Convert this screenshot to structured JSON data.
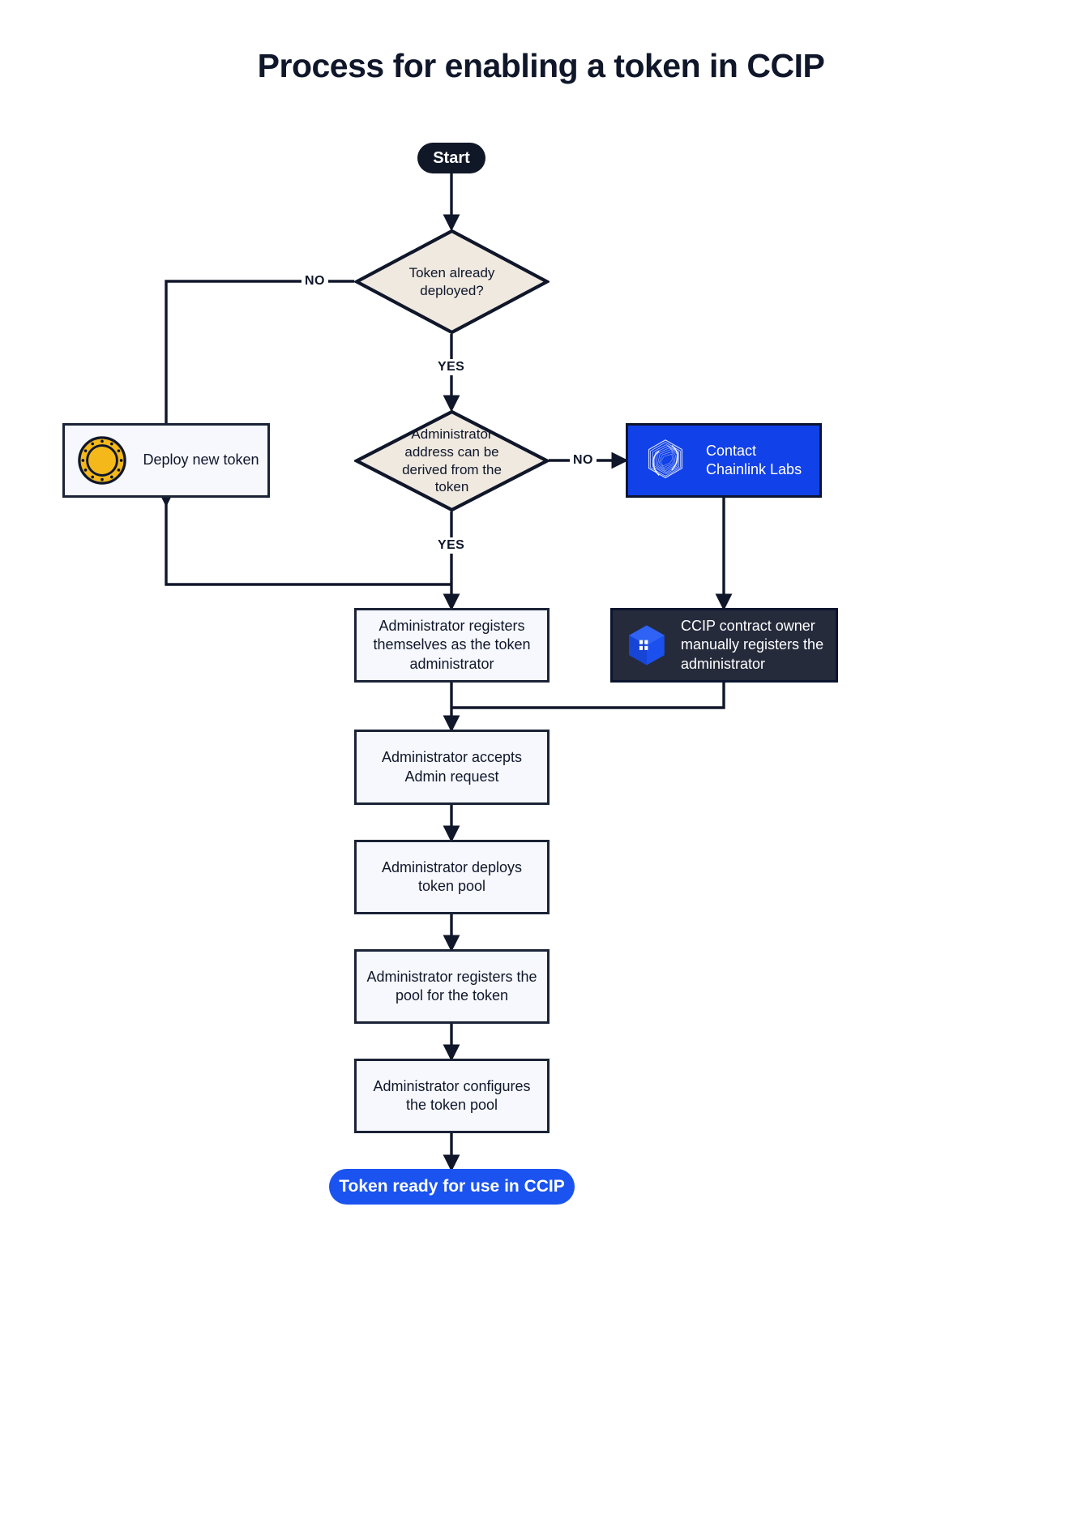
{
  "page": {
    "title": "Process for enabling a token in CCIP",
    "background": "#ffffff"
  },
  "colors": {
    "stroke": "#1b2336",
    "text": "#10172a",
    "decision_fill": "#efe9e0",
    "process_fill": "#f6f8fd",
    "start_fill": "#101828",
    "end_fill": "#1a53f0",
    "chainlink_blue": "#1141e8",
    "ccip_dark": "#252b3b",
    "coin_gold": "#f5b81b"
  },
  "nodes": {
    "start": {
      "label": "Start",
      "shape": "pill",
      "fill": "#101828",
      "text_color": "#ffffff"
    },
    "decision_token_deployed": {
      "label": "Token already deployed?",
      "lines": [
        "Token already",
        "deployed?"
      ],
      "shape": "diamond",
      "fill": "#efe9e0"
    },
    "deploy_new_token": {
      "label": "Deploy new token",
      "lines": [
        "Deploy new token"
      ],
      "shape": "rect",
      "icon": "gold-coin-icon",
      "fill": "#f6f8fd"
    },
    "decision_admin_derivable": {
      "label": "Administrator address can be derived from the token",
      "lines": [
        "Administrator",
        "address can be",
        "derived from the",
        "token"
      ],
      "shape": "diamond",
      "fill": "#efe9e0"
    },
    "contact_chainlink_labs": {
      "label": "Contact Chainlink Labs",
      "lines": [
        "Contact",
        "Chainlink Labs"
      ],
      "shape": "rect",
      "icon": "chainlink-spiral-icon",
      "fill": "#1141e8",
      "text_color": "#ffffff"
    },
    "admin_registers_self": {
      "label": "Administrator registers themselves as the token administrator",
      "lines": [
        "Administrator registers",
        "themselves as the token",
        "administrator"
      ],
      "shape": "rect",
      "fill": "#f6f8fd"
    },
    "ccip_owner_registers": {
      "label": "CCIP contract owner manually registers the administrator",
      "lines": [
        "CCIP contract owner",
        "manually registers",
        "the administrator"
      ],
      "shape": "rect",
      "icon": "ccip-cube-icon",
      "fill": "#252b3b",
      "text_color": "#ffffff"
    },
    "admin_accepts_request": {
      "label": "Administrator accepts Admin request",
      "lines": [
        "Administrator accepts",
        "Admin request"
      ],
      "shape": "rect",
      "fill": "#f6f8fd"
    },
    "admin_deploys_pool": {
      "label": "Administrator deploys token pool",
      "lines": [
        "Administrator deploys",
        "token pool"
      ],
      "shape": "rect",
      "fill": "#f6f8fd"
    },
    "admin_registers_pool": {
      "label": "Administrator registers the pool for the token",
      "lines": [
        "Administrator registers",
        "the pool for the token"
      ],
      "shape": "rect",
      "fill": "#f6f8fd"
    },
    "admin_configures_pool": {
      "label": "Administrator configures the token pool",
      "lines": [
        "Administrator configures",
        "the token pool"
      ],
      "shape": "rect",
      "fill": "#f6f8fd"
    },
    "end": {
      "label": "Token ready for use in CCIP",
      "shape": "pill",
      "fill": "#1a53f0",
      "text_color": "#ffffff"
    }
  },
  "edge_labels": {
    "token_deployed_no": "NO",
    "token_deployed_yes": "YES",
    "admin_derivable_no": "NO",
    "admin_derivable_yes": "YES"
  },
  "flow": [
    {
      "from": "start",
      "to": "decision_token_deployed",
      "label": ""
    },
    {
      "from": "decision_token_deployed",
      "to": "deploy_new_token",
      "label": "NO"
    },
    {
      "from": "decision_token_deployed",
      "to": "decision_admin_derivable",
      "label": "YES"
    },
    {
      "from": "deploy_new_token",
      "to": "admin_registers_self",
      "label": ""
    },
    {
      "from": "decision_admin_derivable",
      "to": "contact_chainlink_labs",
      "label": "NO"
    },
    {
      "from": "decision_admin_derivable",
      "to": "admin_registers_self",
      "label": "YES"
    },
    {
      "from": "contact_chainlink_labs",
      "to": "ccip_owner_registers",
      "label": ""
    },
    {
      "from": "admin_registers_self",
      "to": "admin_accepts_request",
      "label": ""
    },
    {
      "from": "ccip_owner_registers",
      "to": "admin_accepts_request",
      "label": ""
    },
    {
      "from": "admin_accepts_request",
      "to": "admin_deploys_pool",
      "label": ""
    },
    {
      "from": "admin_deploys_pool",
      "to": "admin_registers_pool",
      "label": ""
    },
    {
      "from": "admin_registers_pool",
      "to": "admin_configures_pool",
      "label": ""
    },
    {
      "from": "admin_configures_pool",
      "to": "end",
      "label": ""
    }
  ]
}
